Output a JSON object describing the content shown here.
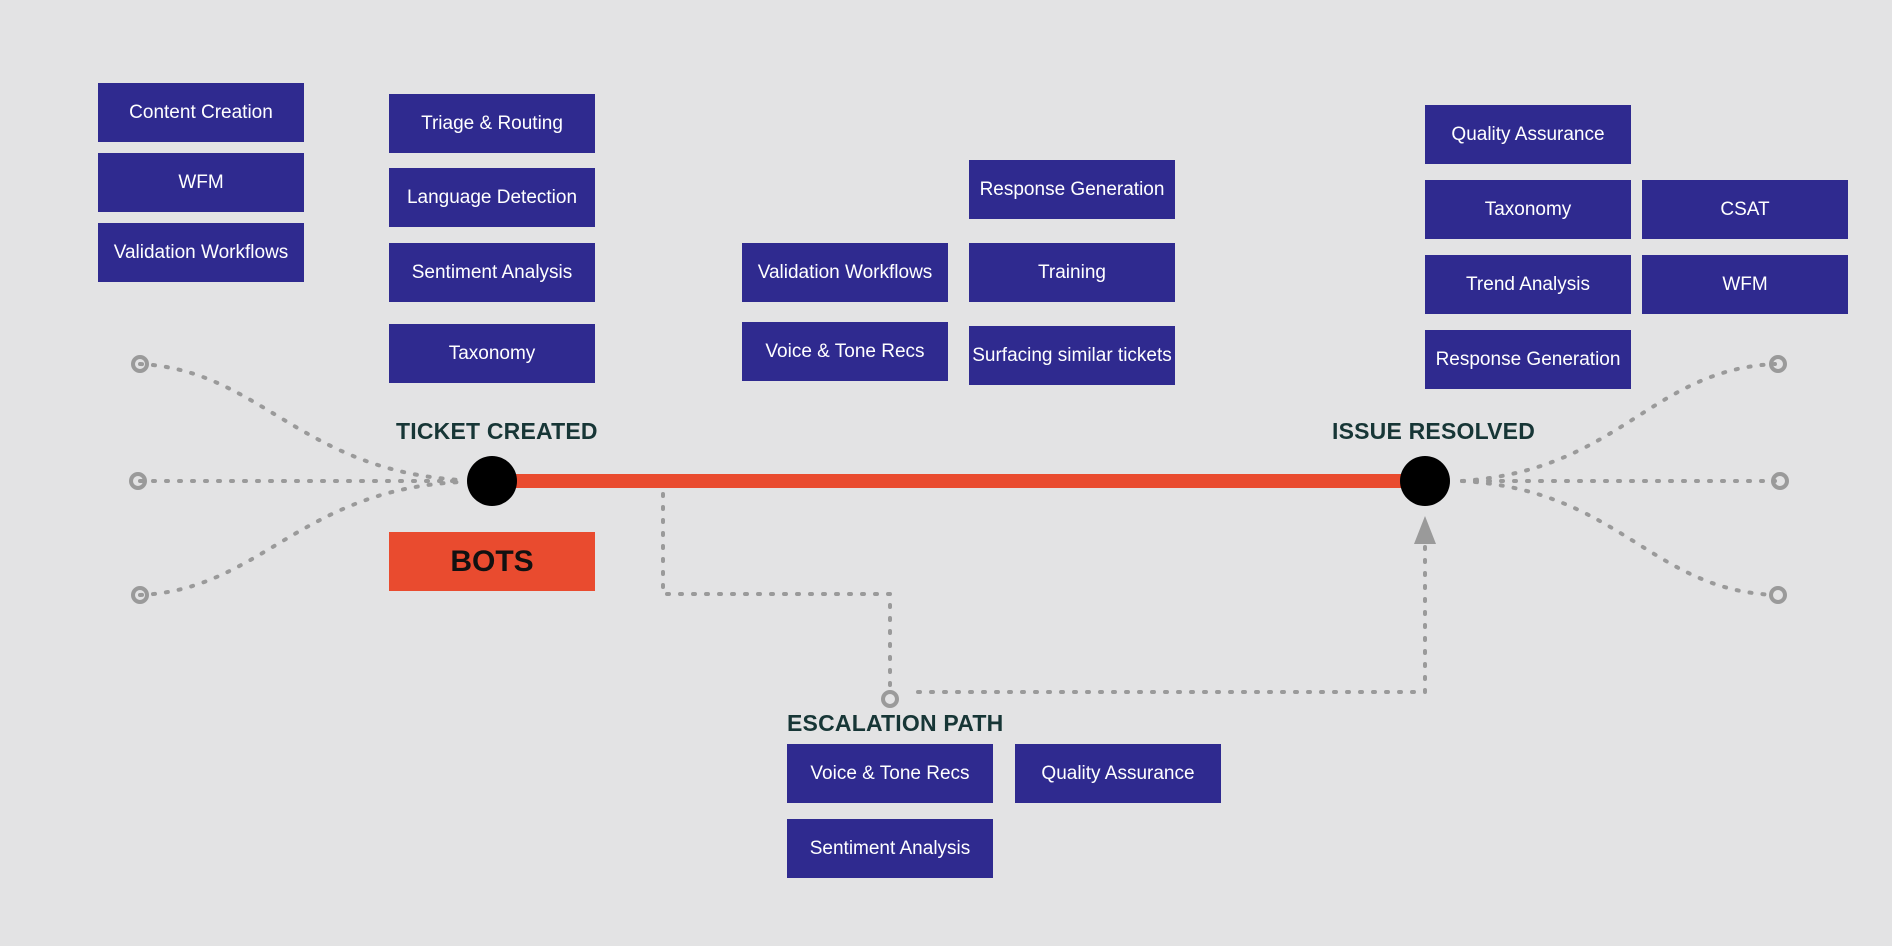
{
  "colors": {
    "background": "#e3e3e4",
    "box_fill": "#2f2a8f",
    "box_text": "#ffffff",
    "timeline": "#e94b2f",
    "node": "#000000",
    "connector": "#9a9a9a",
    "label": "#173636"
  },
  "stages": {
    "ticket_created": "TICKET CREATED",
    "issue_resolved": "ISSUE RESOLVED",
    "escalation_path": "ESCALATION PATH"
  },
  "bots_label": "BOTS",
  "groups": {
    "pre_ticket": [
      "Content Creation",
      "WFM",
      "Validation Workflows"
    ],
    "ticket_created": [
      "Triage & Routing",
      "Language Detection",
      "Sentiment Analysis",
      "Taxonomy"
    ],
    "in_progress_a": [
      "Validation Workflows",
      "Voice & Tone Recs"
    ],
    "in_progress_b": [
      "Response Generation",
      "Training",
      "Surfacing similar tickets"
    ],
    "issue_resolved_a": [
      "Quality Assurance",
      "Taxonomy",
      "Trend Analysis",
      "Response Generation"
    ],
    "issue_resolved_b": [
      "CSAT",
      "WFM"
    ],
    "escalation": [
      "Voice & Tone Recs",
      "Quality Assurance",
      "Sentiment Analysis"
    ]
  }
}
